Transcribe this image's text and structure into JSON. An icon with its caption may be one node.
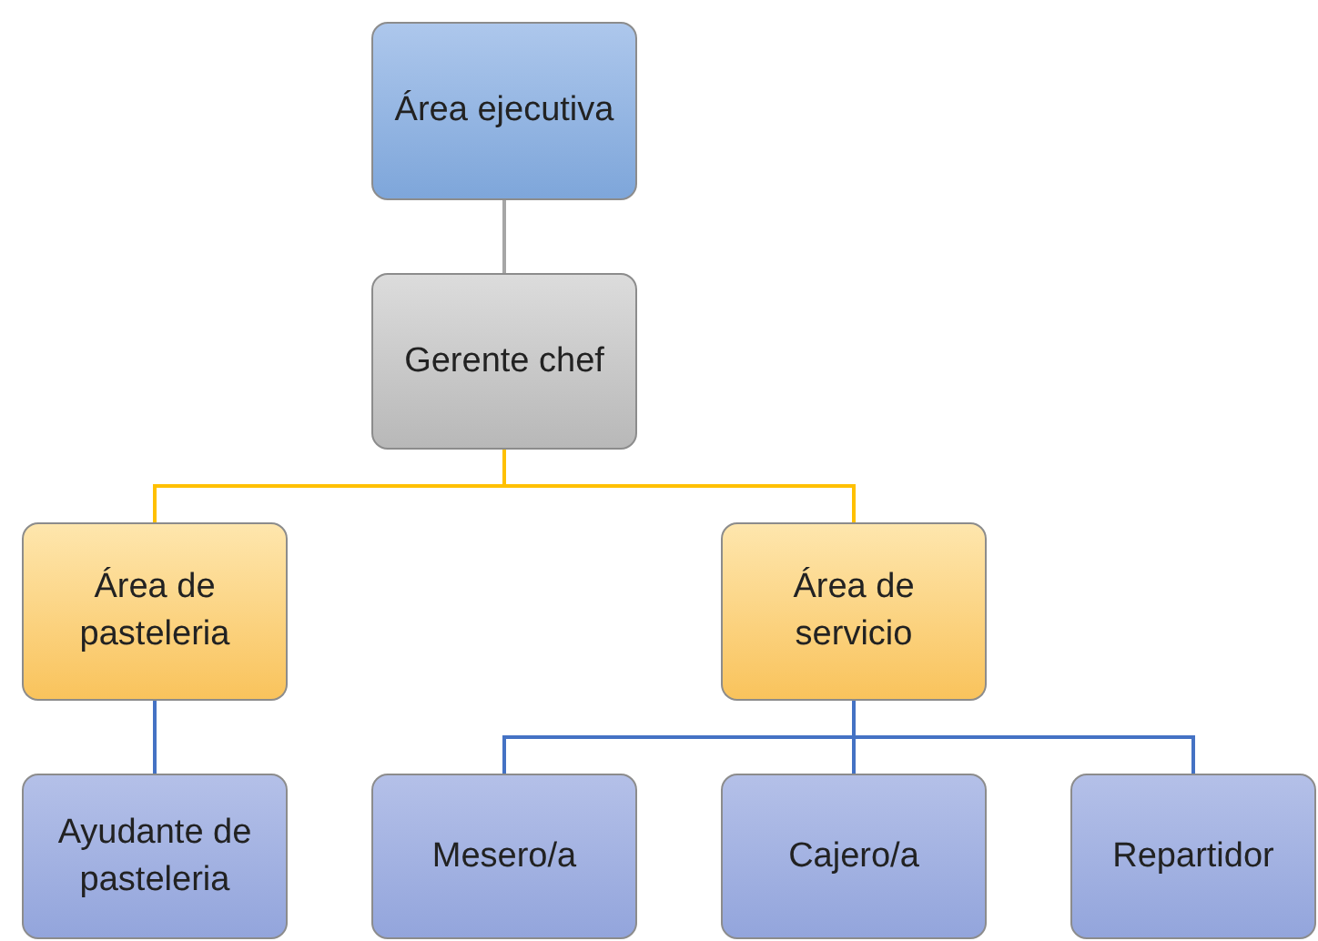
{
  "diagram": {
    "nodes": [
      {
        "text": [
          "Área ejecutiva"
        ]
      },
      {
        "text": [
          "Gerente chef"
        ]
      },
      {
        "text": [
          "Área de pasteleria"
        ]
      },
      {
        "text": [
          "Área de servicio"
        ]
      },
      {
        "text": [
          "Ayudante de pasteleria"
        ]
      },
      {
        "text": [
          "Mesero/a"
        ]
      },
      {
        "text": [
          "Cajero/a"
        ]
      },
      {
        "text": [
          "Repartidor"
        ]
      }
    ],
    "edges": [
      {
        "from": 0,
        "to": 1,
        "arrow": "none",
        "color": "#a6a6a6"
      },
      {
        "from": 1,
        "to": 2,
        "arrow": "none",
        "color": "#ffc000"
      },
      {
        "from": 1,
        "to": 3,
        "arrow": "none",
        "color": "#ffc000"
      },
      {
        "from": 2,
        "to": 4,
        "arrow": "none"
      },
      {
        "from": 3,
        "to": 5,
        "arrow": "none"
      },
      {
        "from": 3,
        "to": 6,
        "arrow": "none"
      },
      {
        "from": 3,
        "to": 7,
        "arrow": "none"
      }
    ]
  }
}
